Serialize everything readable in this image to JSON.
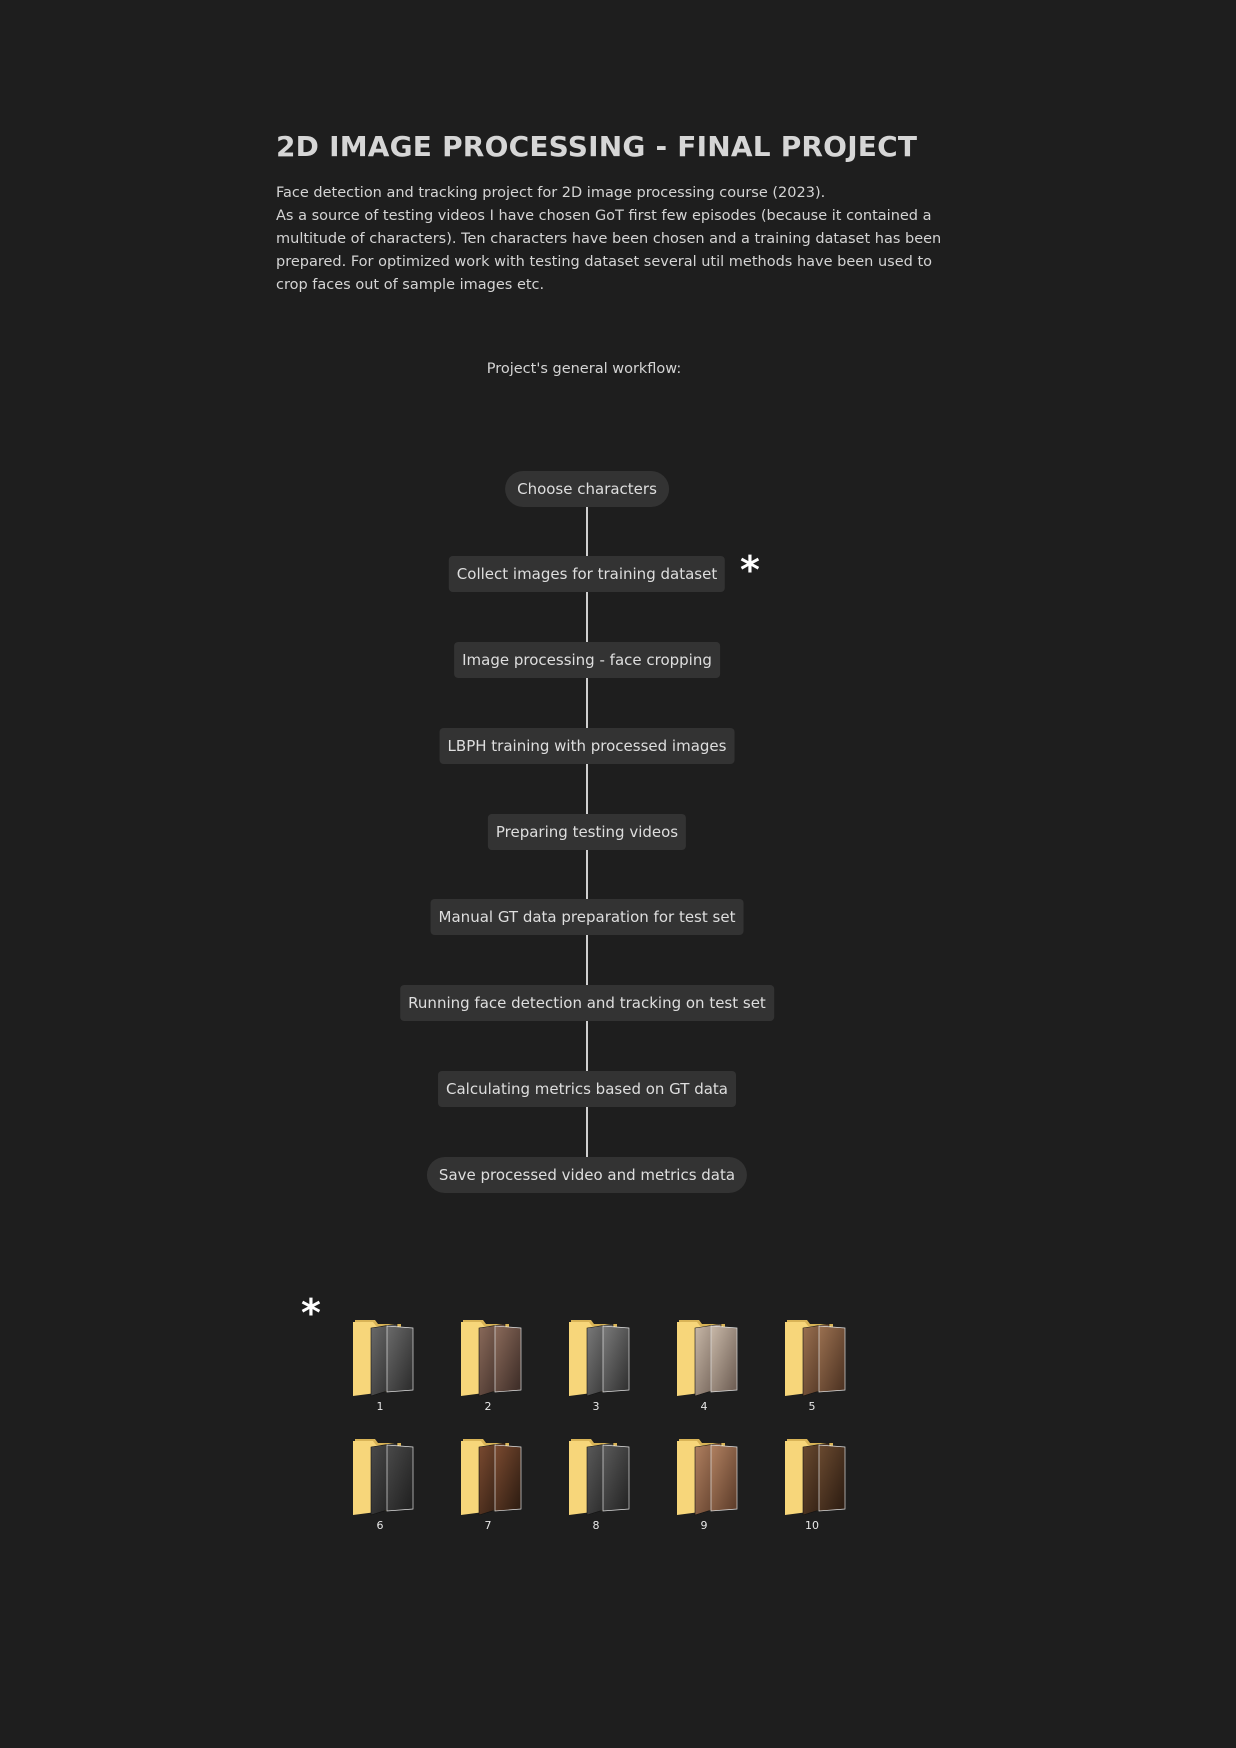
{
  "header": {
    "title": "2D IMAGE PROCESSING - FINAL PROJECT"
  },
  "intro": {
    "line1": "Face detection and tracking project for 2D image processing course (2023).",
    "line2": "As a source of testing videos I have chosen GoT first few episodes (because it contained a multitude of characters). Ten characters have been chosen and a training dataset has been prepared. For optimized work with testing dataset several util methods have been used to crop faces out of sample images etc."
  },
  "workflow": {
    "caption": "Project's general workflow:",
    "steps": [
      "Choose characters",
      "Collect images for training dataset",
      "Image processing - face cropping",
      "LBPH training with processed images",
      "Preparing testing videos",
      "Manual GT data preparation for test set",
      "Running face detection and tracking on test set",
      "Calculating metrics based on GT data",
      "Save processed video and metrics data"
    ],
    "footnote_marker": "*"
  },
  "dataset": {
    "marker": "*",
    "folders": [
      "1",
      "2",
      "3",
      "4",
      "5",
      "6",
      "7",
      "8",
      "9",
      "10"
    ],
    "folder_icon": "folder-with-face-image-icon",
    "colors": {
      "folder": "#f7d67a",
      "folder_dark": "#d9b457"
    }
  }
}
